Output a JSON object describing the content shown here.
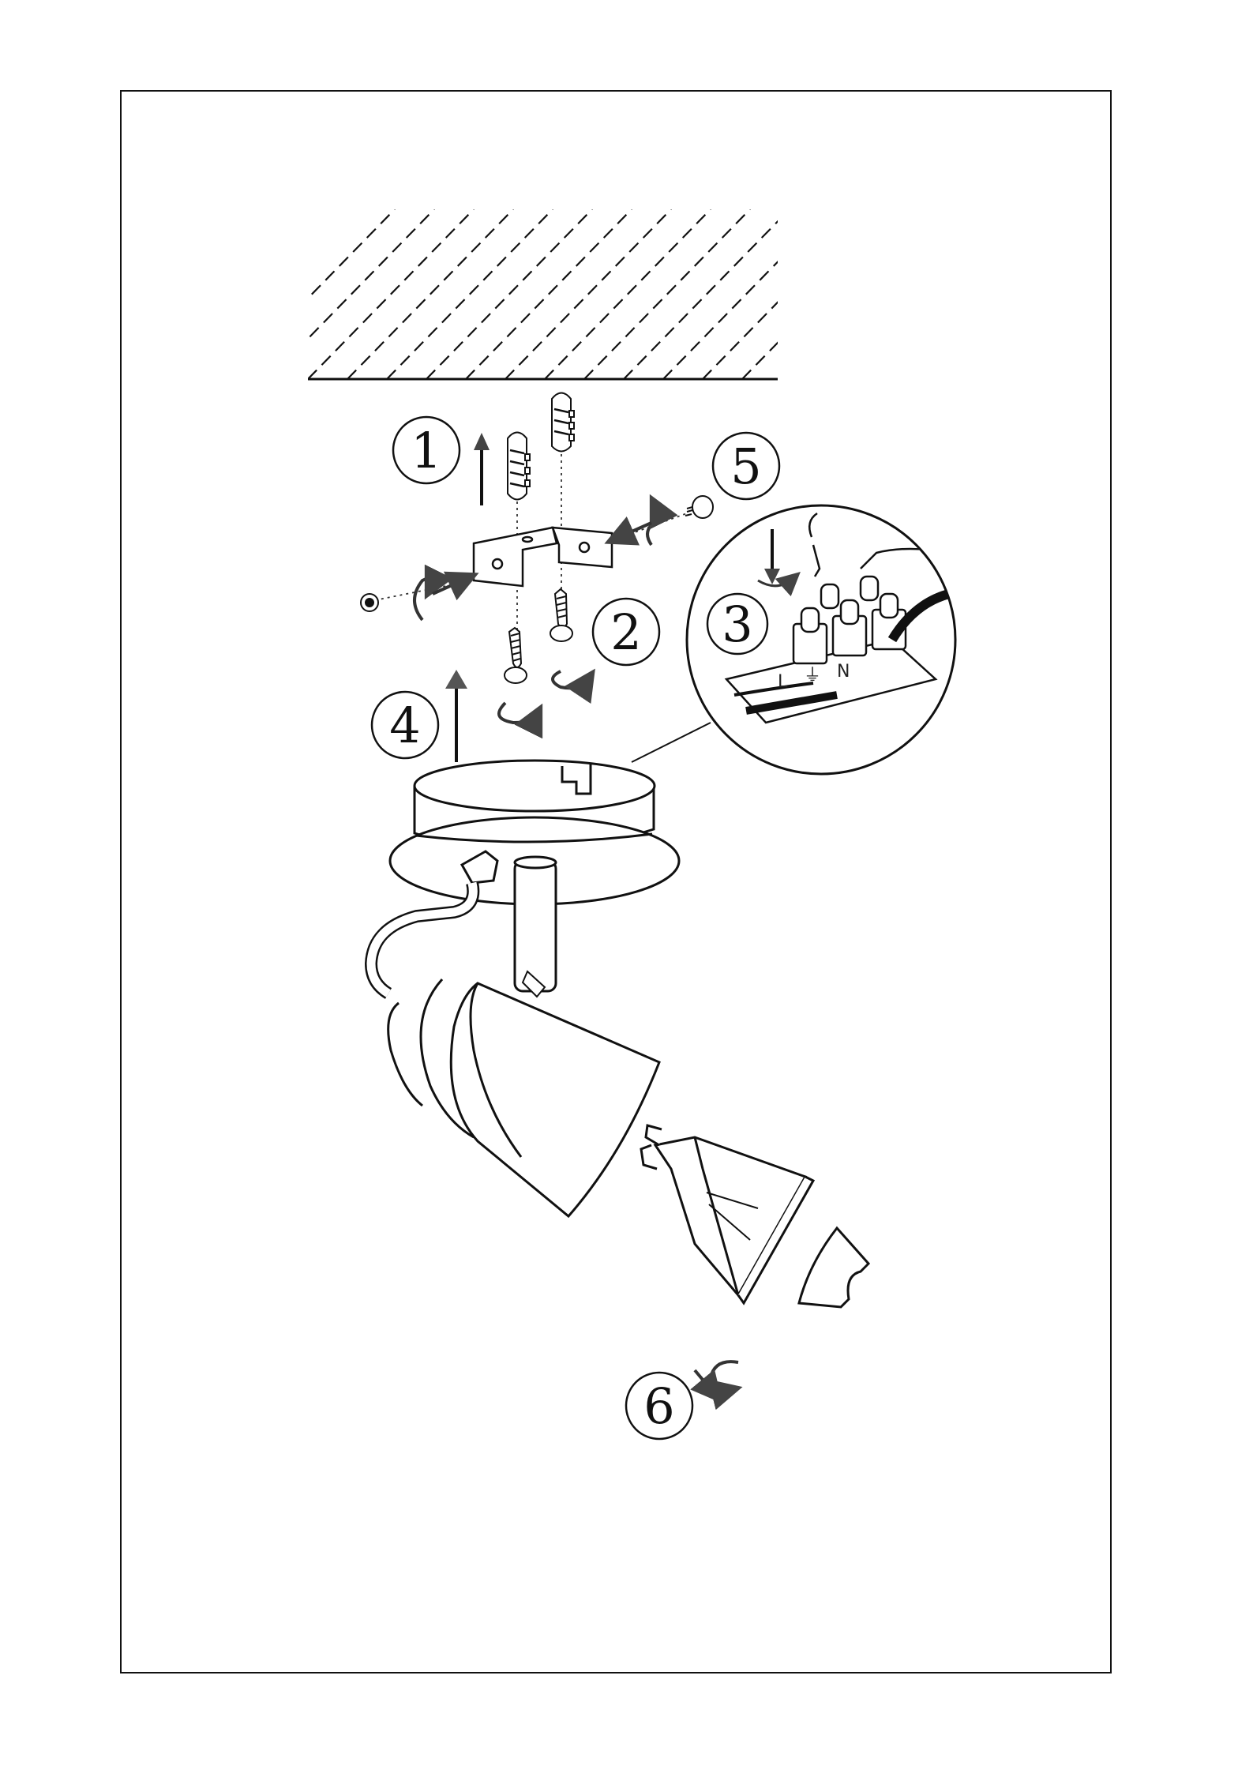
{
  "colors": {
    "ink": "#111111",
    "arrow_fill": "#555555",
    "paper": "#ffffff"
  },
  "steps": [
    {
      "number": "1"
    },
    {
      "number": "2"
    },
    {
      "number": "3"
    },
    {
      "number": "4"
    },
    {
      "number": "5"
    },
    {
      "number": "6"
    }
  ],
  "terminal_block": {
    "labels": [
      "L",
      "⏚",
      "N"
    ]
  }
}
